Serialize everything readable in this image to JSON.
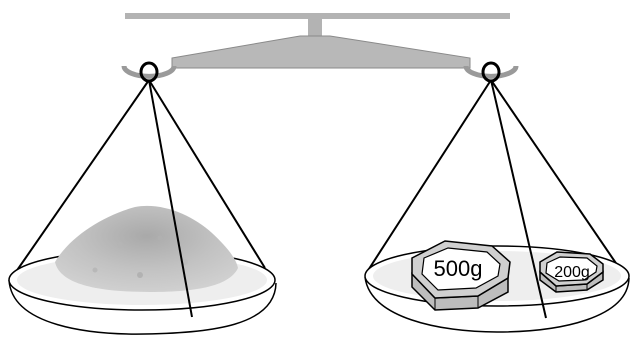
{
  "colors": {
    "beam": "#b3b3b3",
    "beam_stroke": "#888888",
    "string": "#000000",
    "pan_fill": "#ffffff",
    "pan_rim": "#e6e6e6",
    "powder": "#c4c4c4",
    "weight_face": "#ffffff",
    "weight_frame": "#d0d0d0",
    "weight_side": "#bdbdbd"
  },
  "weights": [
    {
      "label": "500g",
      "grams": 500
    },
    {
      "label": "200g",
      "grams": 200
    }
  ],
  "icons": {
    "left_pan_contents": "powder-pile",
    "right_pan_contents": "hexagonal-weights"
  }
}
